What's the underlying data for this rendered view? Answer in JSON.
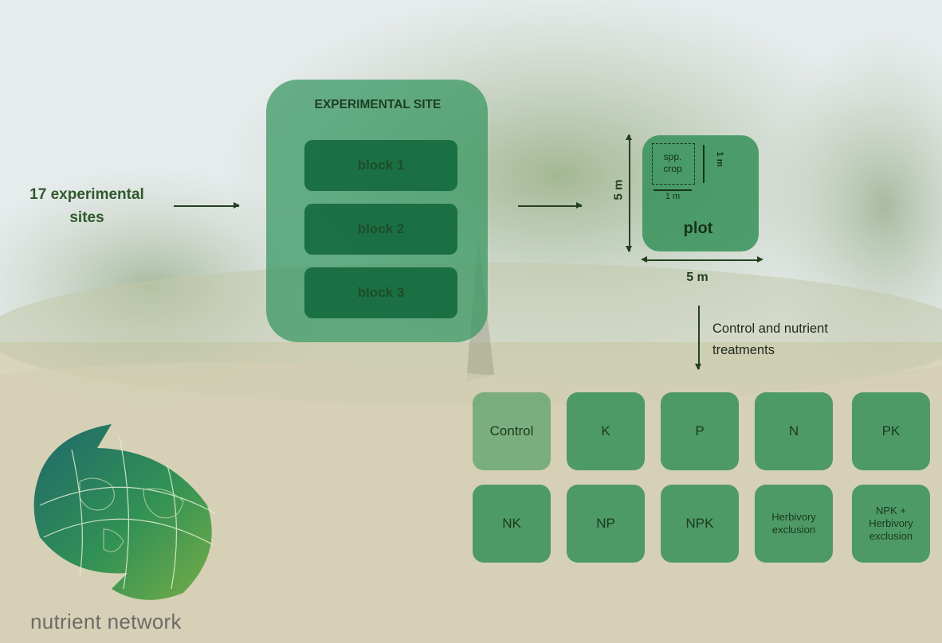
{
  "left_label": "17 experimental sites",
  "site": {
    "title": "EXPERIMENTAL SITE",
    "blocks": [
      "block 1",
      "block 2",
      "block 3"
    ]
  },
  "plot": {
    "label": "plot",
    "subplot_label": "spp. crop",
    "side_height": "5 m",
    "side_width": "5 m",
    "subplot_height": "1 m",
    "subplot_width": "1 m"
  },
  "treatments_label": "Control and nutrient treatments",
  "treatments": [
    "Control",
    "K",
    "P",
    "N",
    "PK",
    "NK",
    "NP",
    "NPK",
    "Herbivory exclusion",
    "NPK + Herbivory exclusion"
  ],
  "logo_text": "nutrient network",
  "colors": {
    "card": "#34965f",
    "block": "#0e663a",
    "text": "#2f5a2c",
    "arrow": "#24401f"
  }
}
